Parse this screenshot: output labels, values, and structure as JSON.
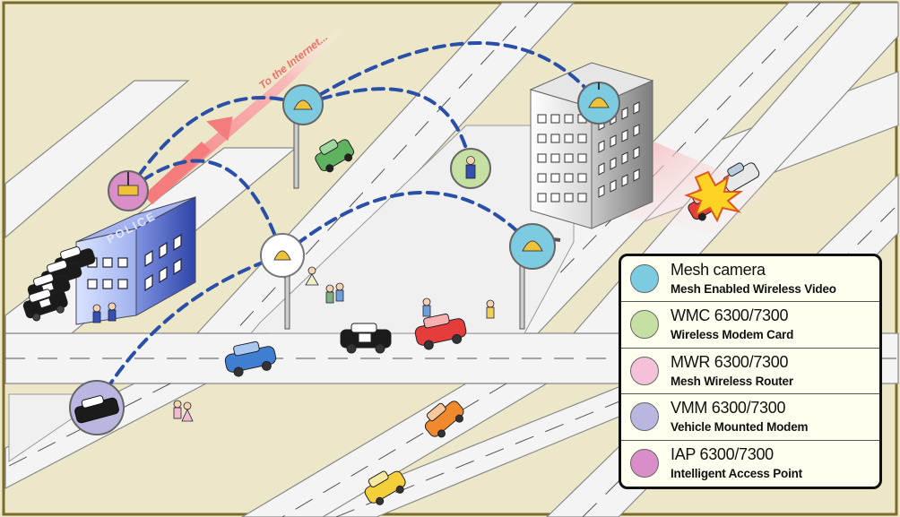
{
  "internet_label": "To the Internet...",
  "police_sign": "POLICE",
  "legend": [
    {
      "title": "Mesh camera",
      "subtitle": "Mesh Enabled Wireless Video",
      "color": "#7dcbe0",
      "icon": "mesh-camera-icon"
    },
    {
      "title": "WMC 6300/7300",
      "subtitle": "Wireless Modem Card",
      "color": "#c6e0a4",
      "icon": "wmc-icon"
    },
    {
      "title": "MWR 6300/7300",
      "subtitle": "Mesh Wireless Router",
      "color": "#f4c1d8",
      "icon": "mwr-icon"
    },
    {
      "title": "VMM 6300/7300",
      "subtitle": "Vehicle Mounted Modem",
      "color": "#b9b7df",
      "icon": "vmm-icon"
    },
    {
      "title": "IAP 6300/7300",
      "subtitle": "Intelligent Access Point",
      "color": "#d98ec7",
      "icon": "iap-icon"
    }
  ],
  "colors": {
    "link": "#2a4fa8",
    "road": "#f4f4f4",
    "frame": "#7b6b2a",
    "background": "#ece7c8",
    "internet_arrow": "#f6a0a0"
  }
}
